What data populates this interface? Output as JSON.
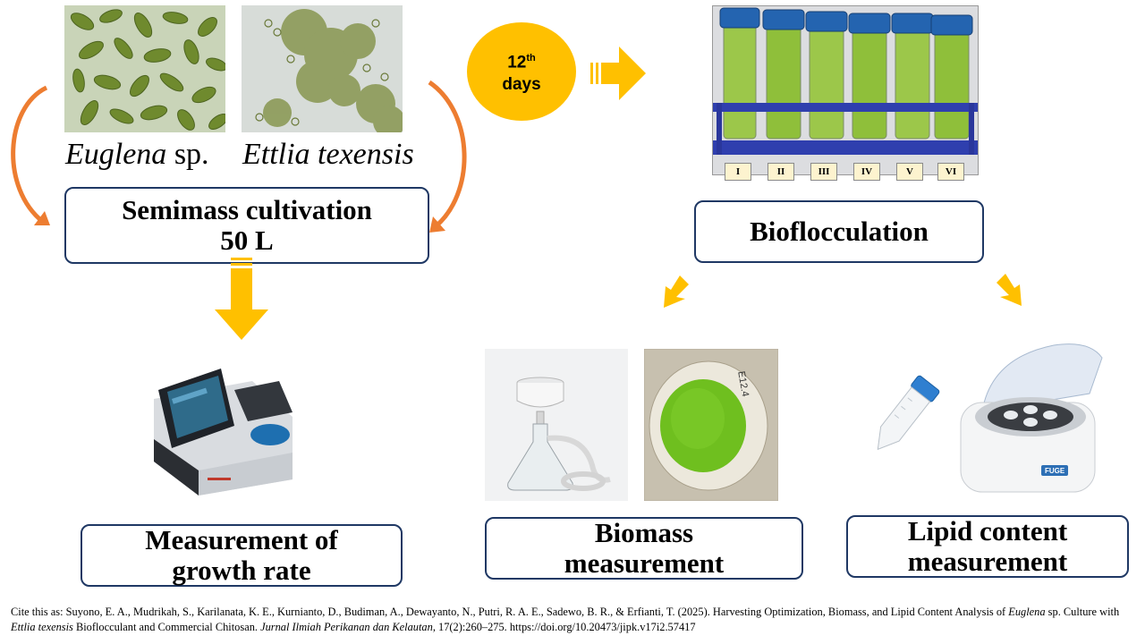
{
  "species": [
    {
      "genus": "Euglena",
      "suffix": " sp."
    },
    {
      "genus": "Ettlia texensis",
      "suffix": ""
    }
  ],
  "boxes": {
    "semimass_line1": "Semimass cultivation",
    "semimass_line2": "50 L",
    "bioflocculation": "Bioflocculation",
    "growth_line1": "Measurement of",
    "growth_line2": "growth rate",
    "biomass_line1": "Biomass",
    "biomass_line2": "measurement",
    "lipid_line1": "Lipid content",
    "lipid_line2": "measurement"
  },
  "days_badge": {
    "number": "12",
    "sup": "th",
    "unit": "days"
  },
  "tube_labels": [
    "I",
    "II",
    "III",
    "IV",
    "V",
    "VI"
  ],
  "filter_paper_label": "E12.4",
  "centrifuge_brand": "FUGE",
  "colors": {
    "arrow_yellow": "#ffc000",
    "arrow_orange": "#ed7d31",
    "box_border": "#1f3864",
    "culture_green": "#8fbf3a"
  },
  "citation": {
    "prefix": "Cite this as: Suyono, E. A., Mudrikah, S., Karilanata, K. E., Kurnianto, D., Budiman, A., Dewayanto, N., Putri, R. A. E., Sadewo, B. R., & Erfianti, T. (2025). Harvesting Optimization, Biomass, and Lipid Content Analysis of ",
    "italic1": "Euglena",
    "mid1": " sp. Culture with ",
    "italic2": "Ettlia texensis",
    "mid2": " Bioflocculant and Commercial Chitosan. ",
    "italic3": "Jurnal Ilmiah Perikanan dan Kelautan",
    "suffix": ", 17(2):260–275. https://doi.org/10.20473/jipk.v17i2.57417"
  }
}
